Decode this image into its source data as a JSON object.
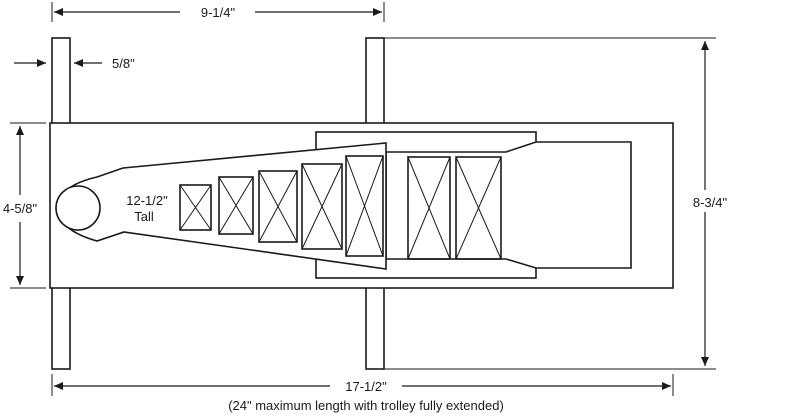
{
  "dimensions": {
    "top_width": "9-1/4\"",
    "leg_width": "5/8\"",
    "height_left": "4-5/8\"",
    "height_right": "8-3/4\"",
    "bottom_length": "17-1/2\"",
    "bottom_note": "(24\" maximum length with trolley fully extended)"
  },
  "labels": {
    "boom_height_value": "12-1/2\"",
    "boom_height_word": "Tall"
  }
}
